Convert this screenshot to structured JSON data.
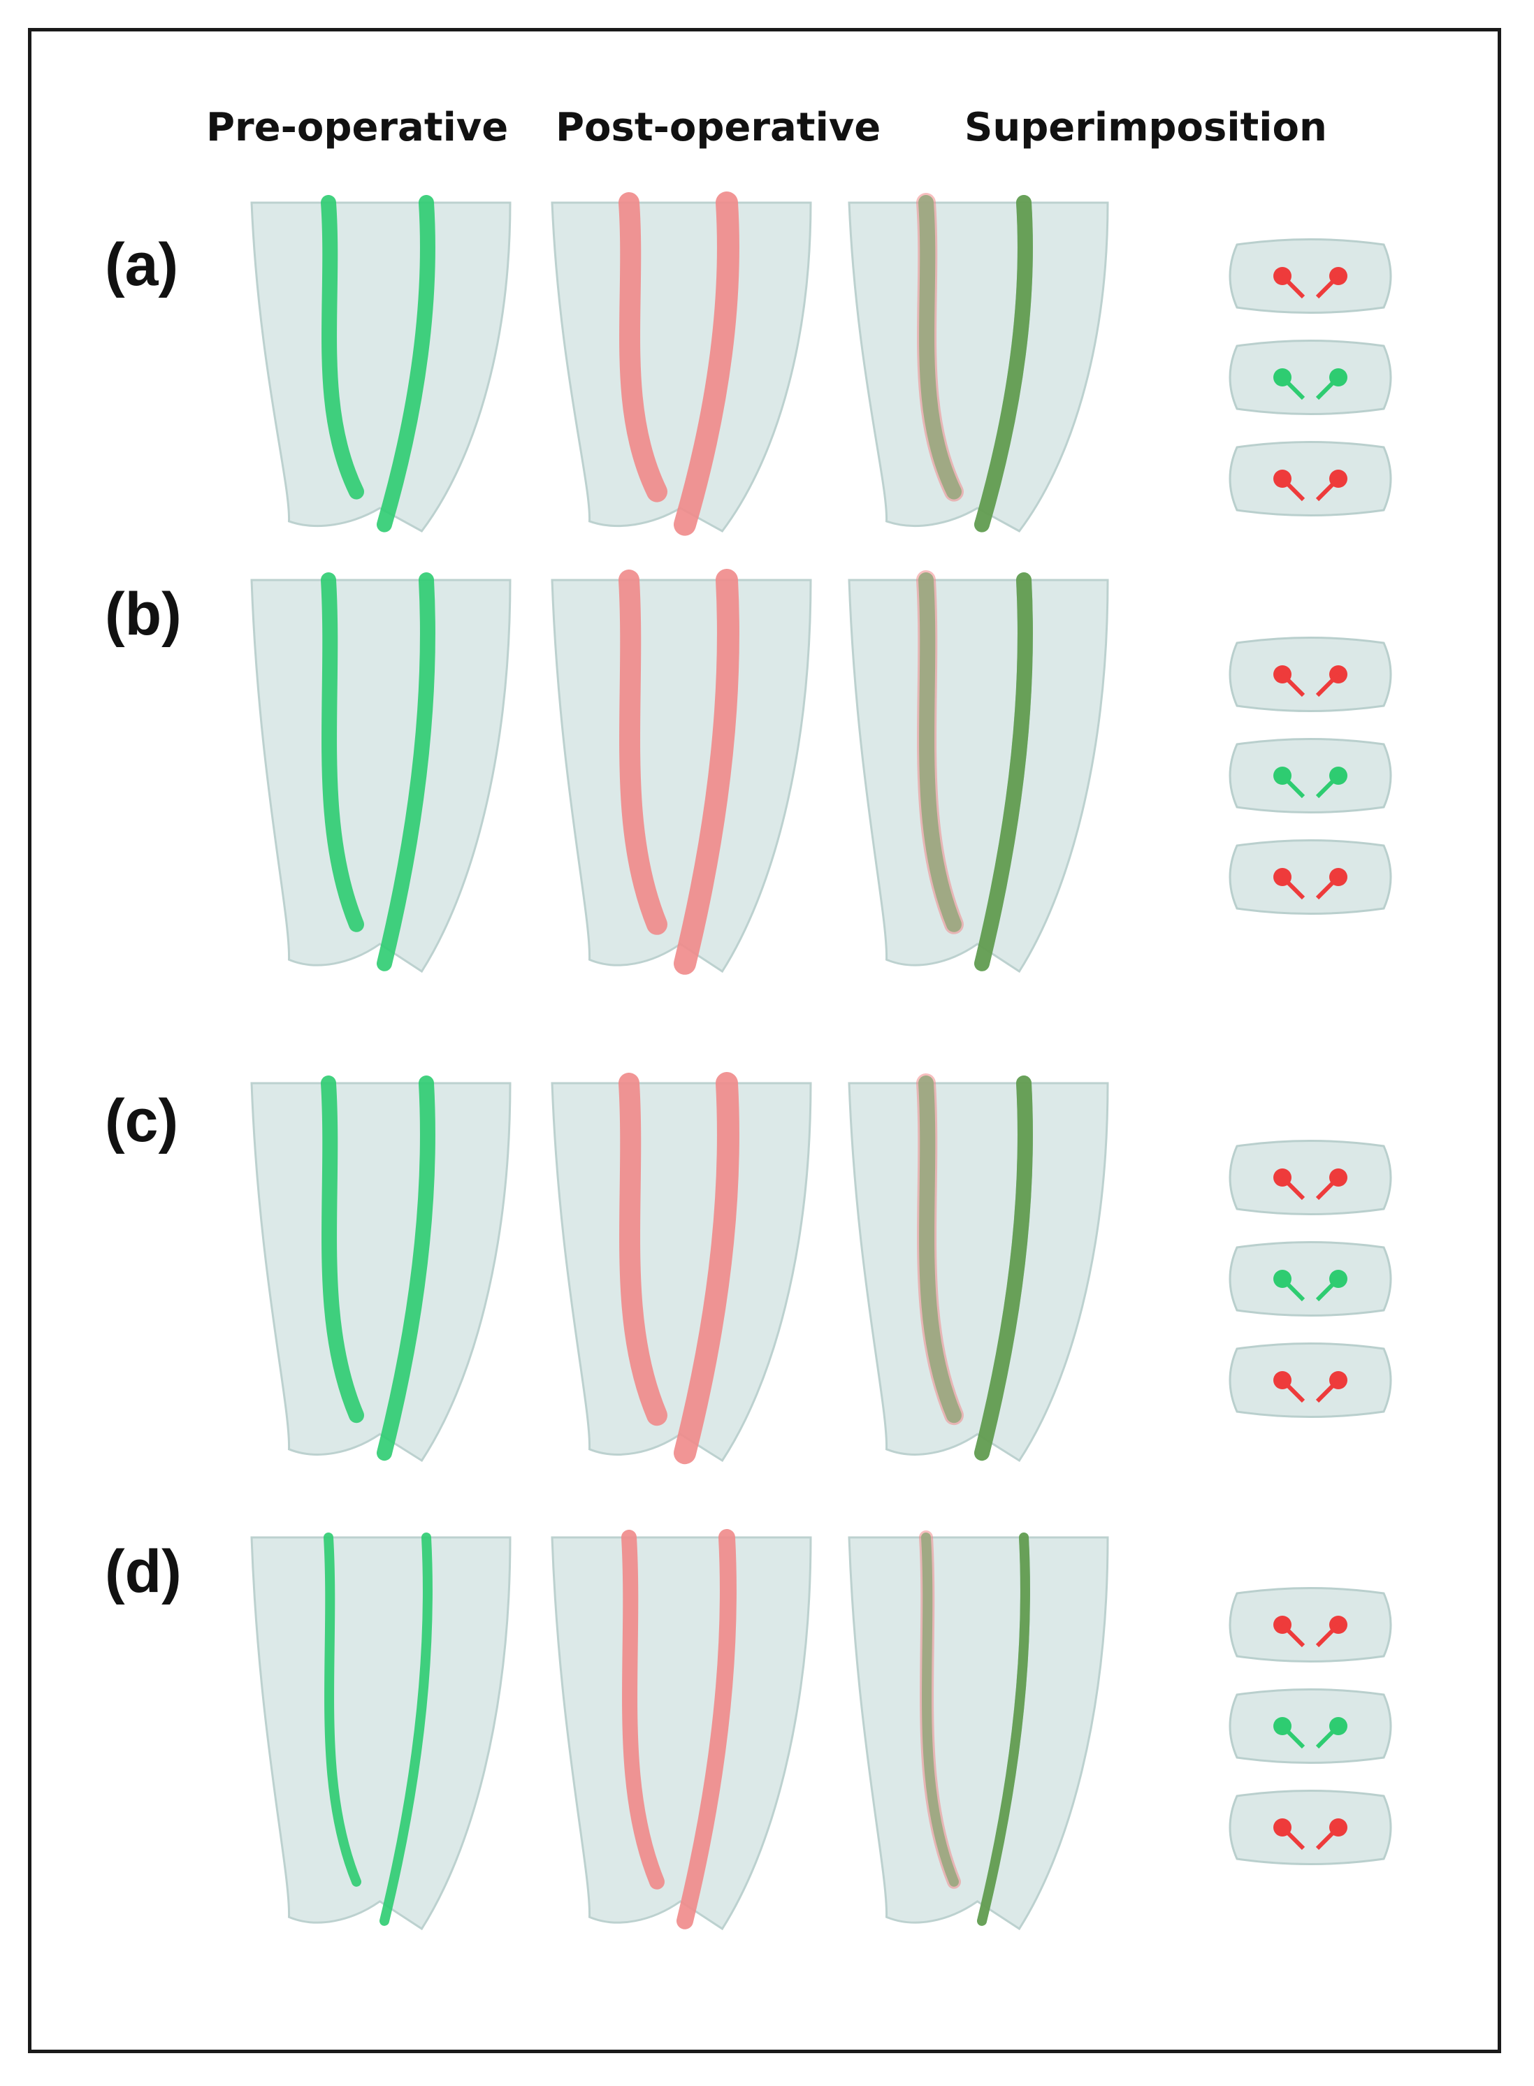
{
  "headers": {
    "pre": "Pre-operative",
    "post": "Post-operative",
    "super": "Superimposition"
  },
  "rows": [
    {
      "label": "(a)"
    },
    {
      "label": "(b)"
    },
    {
      "label": "(c)"
    },
    {
      "label": "(d)"
    }
  ],
  "colors": {
    "tooth": "#dbe8e7",
    "tooth_edge": "#b9cfcd",
    "pre_canal": "#2ecc71",
    "post_canal": "#f08a8a",
    "overlap_canal": "#8a7a3a",
    "section_red": "#ee3b3b"
  }
}
